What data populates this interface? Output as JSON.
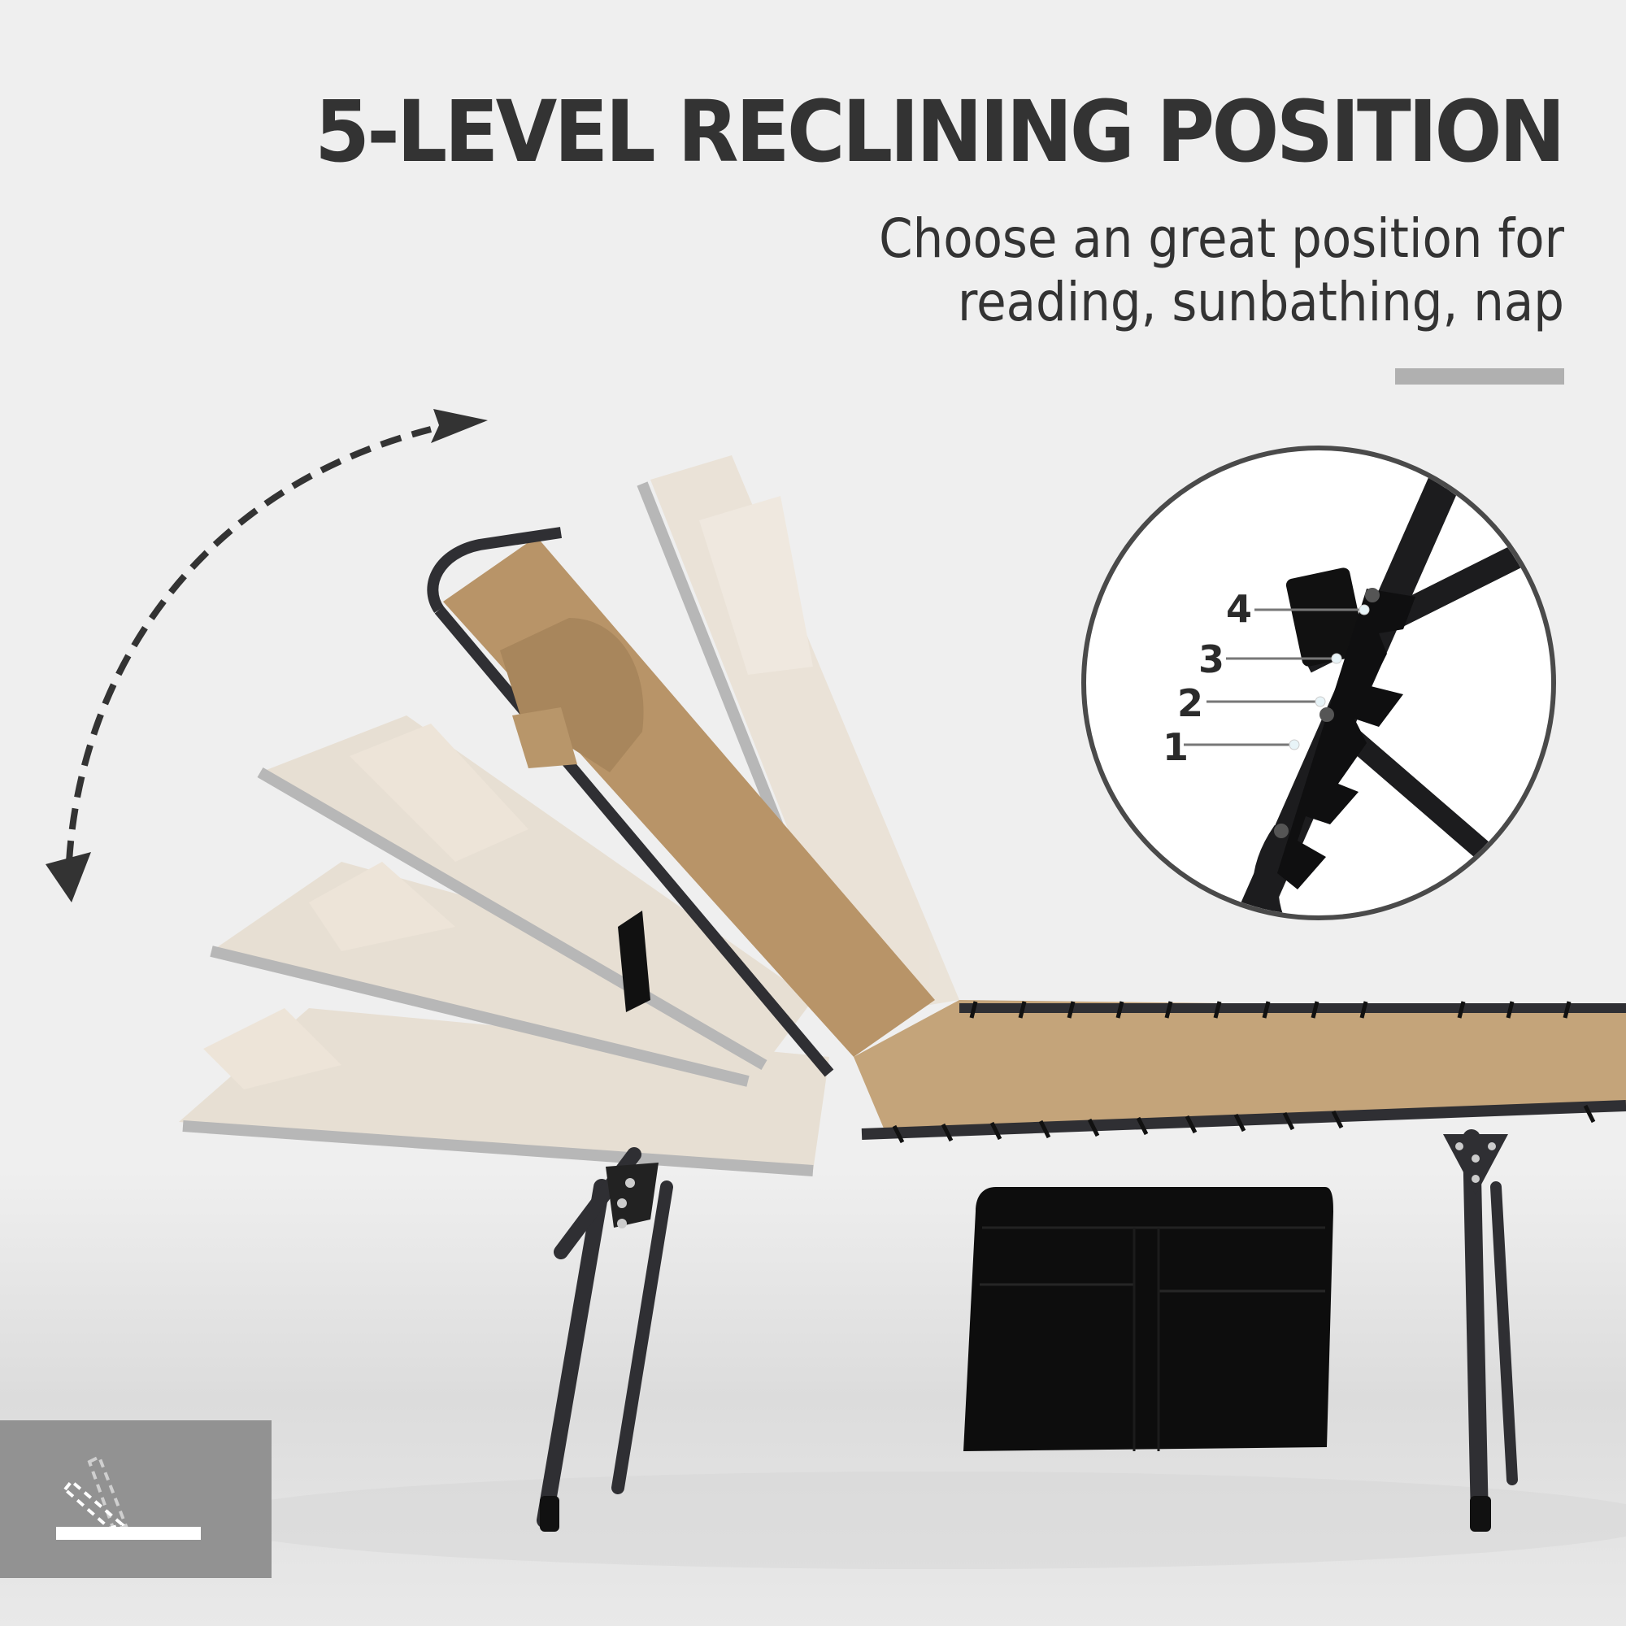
{
  "header": {
    "title": "5-LEVEL RECLINING POSITION",
    "subtitle": "Choose an great position for reading, sunbathing, nap"
  },
  "callout": {
    "levels": [
      {
        "label": "4"
      },
      {
        "label": "3"
      },
      {
        "label": "2"
      },
      {
        "label": "1"
      }
    ]
  },
  "icons": {
    "recline_arrow": "curved-double-arrow-icon",
    "recline_badge": "recline-angle-icon"
  },
  "colors": {
    "background": "#efefef",
    "text": "#333333",
    "accent_bar": "#b0b0b0",
    "fabric": "#c2a278",
    "fabric_ghost": "#e3d5c2",
    "frame": "#2f2f33",
    "pouch": "#0d0d0d",
    "icon_box": "#929292"
  }
}
